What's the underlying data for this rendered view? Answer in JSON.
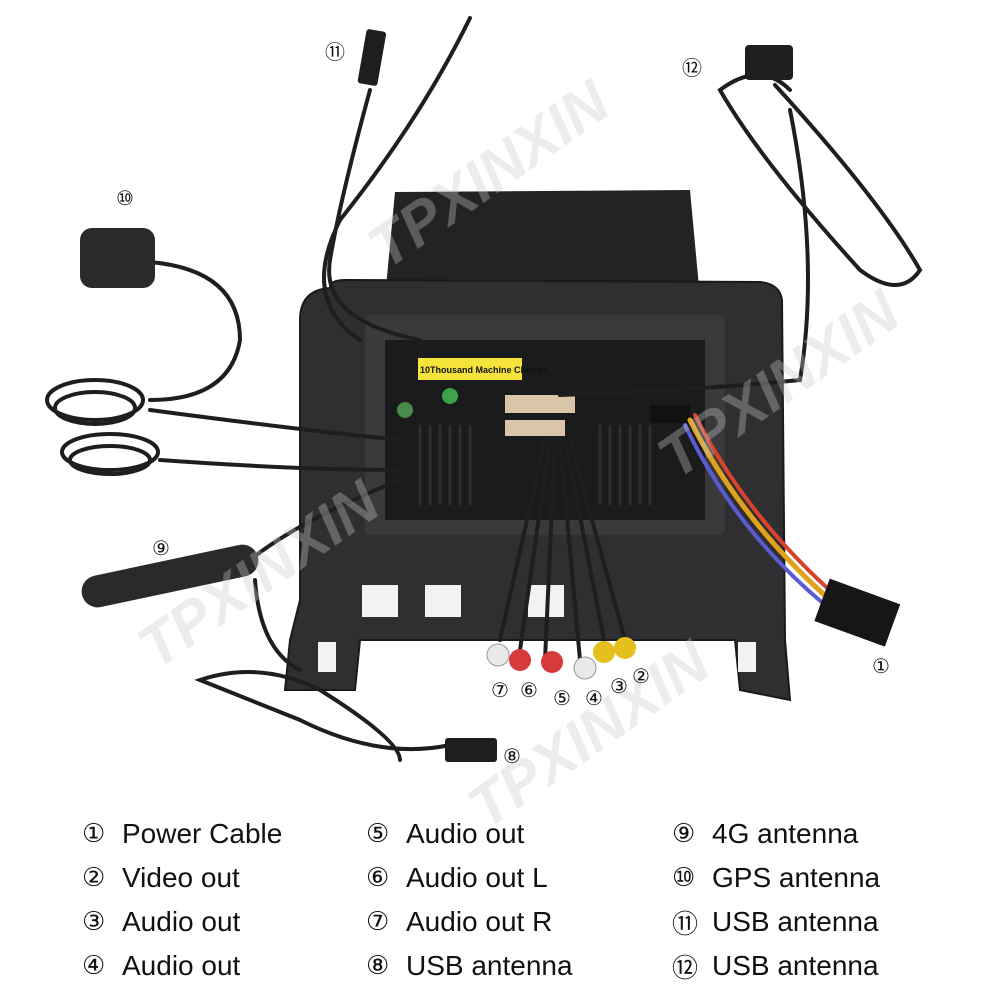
{
  "watermark": "TPXINXIN",
  "callouts": {
    "c1": "①",
    "c2": "②",
    "c3": "③",
    "c4": "④",
    "c5": "⑤",
    "c6": "⑥",
    "c7": "⑦",
    "c8": "⑧",
    "c9": "⑨",
    "c10": "⑩",
    "c11": "⑪",
    "c12": "⑫"
  },
  "sticker_text": "10Thousand Machine Change",
  "legend": {
    "col1": [
      {
        "num": "①",
        "label": "Power Cable"
      },
      {
        "num": "②",
        "label": "Video out"
      },
      {
        "num": "③",
        "label": "Audio out"
      },
      {
        "num": "④",
        "label": "Audio out"
      }
    ],
    "col2": [
      {
        "num": "⑤",
        "label": "Audio out"
      },
      {
        "num": "⑥",
        "label": "Audio out L"
      },
      {
        "num": "⑦",
        "label": "Audio out R"
      },
      {
        "num": "⑧",
        "label": "USB antenna"
      }
    ],
    "col3": [
      {
        "num": "⑨",
        "label": "4G antenna"
      },
      {
        "num": "⑩",
        "label": "GPS antenna"
      },
      {
        "num": "⑪",
        "label": "USB antenna"
      },
      {
        "num": "⑫",
        "label": "USB antenna"
      }
    ]
  },
  "colors": {
    "cable": "#1e1e1e",
    "frame": "#2b2b2d",
    "sticker": "#f5e23a",
    "rca_red": "#d63a3a",
    "rca_yellow": "#e5c01d",
    "rca_white": "#e9e9e9"
  }
}
